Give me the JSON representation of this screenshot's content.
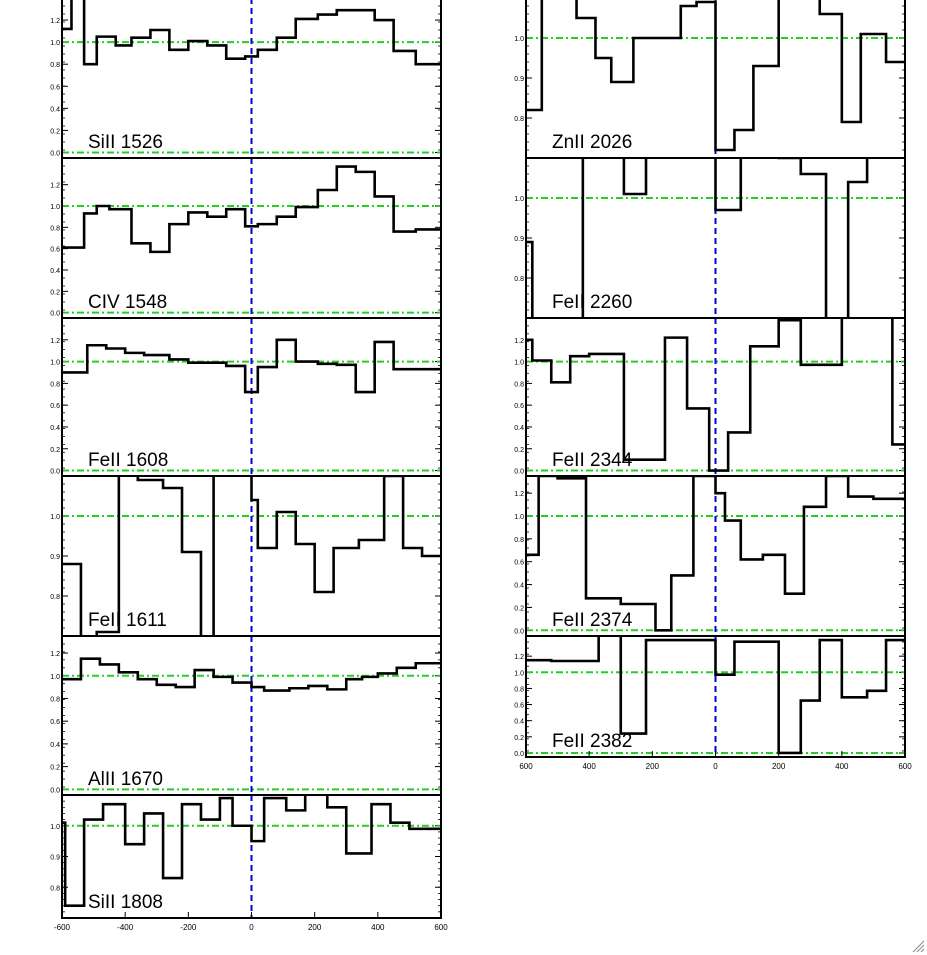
{
  "chart_data": [
    {
      "type": "line",
      "label": "SiII 1526",
      "ylim": [
        -0.05,
        1.4
      ],
      "yticks": [
        "0.0",
        "0.2",
        "0.4",
        "0.6",
        "0.8",
        "1.0",
        "1.2"
      ],
      "x": [
        -600,
        -570,
        -530,
        -490,
        -430,
        -380,
        -320,
        -260,
        -200,
        -140,
        -80,
        -20,
        20,
        80,
        140,
        210,
        270,
        330,
        390,
        450,
        520,
        560,
        600
      ],
      "y": [
        1.12,
        1.4,
        0.8,
        1.05,
        0.97,
        1.04,
        1.11,
        0.93,
        1.01,
        0.97,
        0.85,
        0.87,
        0.93,
        1.04,
        1.21,
        1.25,
        1.29,
        1.29,
        1.2,
        0.92,
        0.8,
        0.8,
        0.8
      ],
      "reference_lines": [
        1.0,
        0.0
      ],
      "zero_velocity_line": 0
    },
    {
      "type": "line",
      "label": "CIV 1548",
      "ylim": [
        -0.05,
        1.45
      ],
      "yticks": [
        "0.0",
        "0.2",
        "0.4",
        "0.6",
        "0.8",
        "1.0",
        "1.2"
      ],
      "x": [
        -600,
        -570,
        -530,
        -490,
        -450,
        -380,
        -320,
        -260,
        -200,
        -140,
        -80,
        -20,
        20,
        80,
        140,
        210,
        270,
        330,
        390,
        450,
        520,
        560,
        600
      ],
      "y": [
        0.61,
        0.61,
        0.93,
        1.0,
        0.97,
        0.65,
        0.57,
        0.83,
        0.94,
        0.9,
        0.97,
        0.81,
        0.83,
        0.9,
        0.99,
        1.15,
        1.37,
        1.32,
        1.09,
        0.76,
        0.78,
        0.78,
        0.78
      ],
      "reference_lines": [
        1.0,
        0.0
      ],
      "zero_velocity_line": 0
    },
    {
      "type": "line",
      "label": "FeII 1608",
      "ylim": [
        -0.05,
        1.4
      ],
      "yticks": [
        "0.0",
        "0.2",
        "0.4",
        "0.6",
        "0.8",
        "1.0",
        "1.2"
      ],
      "x": [
        -600,
        -580,
        -520,
        -460,
        -400,
        -340,
        -260,
        -200,
        -140,
        -80,
        -20,
        20,
        80,
        140,
        210,
        270,
        330,
        390,
        450,
        520,
        560,
        600
      ],
      "y": [
        0.9,
        0.9,
        1.15,
        1.12,
        1.08,
        1.06,
        1.02,
        0.99,
        0.99,
        0.96,
        0.72,
        0.95,
        1.2,
        1.0,
        0.98,
        0.97,
        0.72,
        1.18,
        0.93,
        0.93,
        0.93,
        0.93
      ],
      "reference_lines": [
        1.0,
        0.0
      ],
      "zero_velocity_line": 0
    },
    {
      "type": "line",
      "label": "FeII 1611",
      "ylim": [
        0.7,
        1.1
      ],
      "yticks": [
        "0.7",
        "0.8",
        "0.9",
        "1.0",
        "1.1"
      ],
      "x": [
        -600,
        -590,
        -540,
        -490,
        -420,
        -360,
        -280,
        -220,
        -160,
        -120,
        -60,
        0,
        20,
        80,
        140,
        200,
        260,
        340,
        420,
        480,
        540,
        600
      ],
      "y": [
        0.88,
        0.88,
        0.69,
        0.71,
        1.12,
        1.09,
        1.07,
        0.91,
        0.69,
        1.12,
        1.19,
        1.04,
        0.92,
        1.01,
        0.93,
        0.81,
        0.92,
        0.94,
        1.1,
        0.92,
        0.9,
        0.9
      ],
      "reference_lines": [
        1.0
      ],
      "zero_velocity_line": 0
    },
    {
      "type": "line",
      "label": "AlII 1670",
      "ylim": [
        -0.05,
        1.35
      ],
      "yticks": [
        "0.0",
        "0.2",
        "0.4",
        "0.6",
        "0.8",
        "1.0",
        "1.2"
      ],
      "x": [
        -600,
        -540,
        -480,
        -420,
        -360,
        -300,
        -240,
        -180,
        -120,
        -60,
        0,
        40,
        120,
        180,
        240,
        300,
        350,
        400,
        460,
        520,
        560,
        600
      ],
      "y": [
        0.97,
        1.15,
        1.1,
        1.03,
        0.97,
        0.92,
        0.9,
        1.05,
        0.99,
        0.94,
        0.9,
        0.87,
        0.89,
        0.91,
        0.88,
        0.97,
        0.99,
        1.02,
        1.07,
        1.11,
        1.11,
        1.11
      ],
      "reference_lines": [
        1.0,
        0.0
      ],
      "zero_velocity_line": 0
    },
    {
      "type": "line",
      "label": "SiII 1808",
      "ylim": [
        0.7,
        1.1
      ],
      "yticks": [
        "0.7",
        "0.8",
        "0.9",
        "1.0",
        "1.1"
      ],
      "x": [
        -600,
        -590,
        -530,
        -470,
        -400,
        -340,
        -280,
        -220,
        -160,
        -100,
        -60,
        0,
        40,
        110,
        170,
        240,
        300,
        380,
        440,
        500,
        560,
        600
      ],
      "y": [
        1.01,
        0.74,
        1.02,
        1.07,
        0.94,
        1.04,
        0.83,
        1.07,
        1.02,
        1.09,
        1.0,
        0.95,
        1.09,
        1.05,
        1.12,
        1.06,
        0.91,
        1.07,
        1.01,
        0.99,
        0.99,
        0.99
      ],
      "reference_lines": [
        1.0
      ],
      "zero_velocity_line": 0
    },
    {
      "type": "line",
      "label": "ZnII 2026",
      "ylim": [
        0.7,
        1.1
      ],
      "yticks": [
        "0.7",
        "0.8",
        "0.9",
        "1.0",
        "1.1"
      ],
      "x": [
        -600,
        -550,
        -500,
        -440,
        -380,
        -330,
        -260,
        -190,
        -110,
        -60,
        0,
        60,
        120,
        200,
        270,
        330,
        400,
        460,
        540,
        580,
        600
      ],
      "y": [
        0.82,
        1.16,
        1.14,
        1.05,
        0.95,
        0.89,
        1.0,
        1.0,
        1.08,
        1.09,
        0.72,
        0.77,
        0.93,
        1.13,
        1.13,
        1.06,
        0.79,
        1.01,
        0.94,
        0.94,
        0.94
      ],
      "reference_lines": [
        1.0
      ],
      "zero_velocity_line": 0
    },
    {
      "type": "line",
      "label": "FeII 2260",
      "ylim": [
        0.7,
        1.1
      ],
      "yticks": [
        "0.7",
        "0.8",
        "0.9",
        "1.0",
        "1.1"
      ],
      "x": [
        -600,
        -580,
        -420,
        -290,
        -220,
        0,
        80,
        200,
        270,
        350,
        420,
        480,
        600
      ],
      "y": [
        0.89,
        0.69,
        1.13,
        1.01,
        1.16,
        0.97,
        1.12,
        1.1,
        1.06,
        0.69,
        1.04,
        1.14,
        1.14
      ],
      "reference_lines": [
        1.0
      ],
      "zero_velocity_line": 0
    },
    {
      "type": "line",
      "label": "FeII 2344",
      "ylim": [
        -0.05,
        1.4
      ],
      "yticks": [
        "0.0",
        "0.2",
        "0.4",
        "0.6",
        "0.8",
        "1.0",
        "1.2"
      ],
      "x": [
        -600,
        -580,
        -520,
        -460,
        -400,
        -290,
        -230,
        -160,
        -90,
        -20,
        40,
        110,
        200,
        270,
        400,
        560,
        600
      ],
      "y": [
        1.2,
        1.01,
        0.81,
        1.05,
        1.07,
        0.1,
        0.1,
        1.22,
        0.57,
        0.0,
        0.35,
        1.14,
        1.38,
        0.97,
        1.42,
        0.24,
        0.24
      ],
      "reference_lines": [
        1.0,
        0.0
      ],
      "zero_velocity_line": 0
    },
    {
      "type": "line",
      "label": "FeII 2374",
      "ylim": [
        -0.05,
        1.35
      ],
      "yticks": [
        "0.0",
        "0.2",
        "0.4",
        "0.6",
        "0.8",
        "1.0",
        "1.2"
      ],
      "x": [
        -600,
        -560,
        -500,
        -410,
        -300,
        -190,
        -140,
        -70,
        0,
        30,
        80,
        150,
        220,
        280,
        350,
        420,
        500,
        600
      ],
      "y": [
        0.66,
        1.35,
        1.33,
        0.28,
        0.23,
        0.0,
        0.48,
        1.35,
        1.2,
        0.96,
        0.62,
        0.66,
        0.32,
        1.08,
        1.35,
        1.17,
        1.15,
        1.15
      ],
      "reference_lines": [
        1.0,
        0.0
      ],
      "zero_velocity_line": 0
    },
    {
      "type": "line",
      "label": "FeII 2382",
      "ylim": [
        -0.05,
        1.45
      ],
      "yticks": [
        "0.0",
        "0.2",
        "0.4",
        "0.6",
        "0.8",
        "1.0",
        "1.2"
      ],
      "x": [
        -600,
        -520,
        -370,
        -300,
        -220,
        0,
        60,
        200,
        270,
        330,
        400,
        480,
        540,
        600
      ],
      "y": [
        1.15,
        1.14,
        1.5,
        0.24,
        1.4,
        0.97,
        1.38,
        0.0,
        0.65,
        1.4,
        0.69,
        0.77,
        1.4,
        1.4
      ],
      "reference_lines": [
        1.0,
        0.0
      ],
      "zero_velocity_line": 0
    }
  ],
  "x_axis": {
    "xlim": [
      -600,
      600
    ],
    "left_tick_labels": [
      "-600",
      "-400",
      "-200",
      "0",
      "200",
      "400",
      "600"
    ],
    "right_tick_labels": [
      "600",
      "400",
      "200",
      "0",
      "200",
      "400",
      "600"
    ]
  },
  "colors": {
    "spectrum": "#000000",
    "reference_lines": "#22d022",
    "zero_velocity_line": "#0000dd",
    "frame": "#000000"
  },
  "icons": {
    "resize_grip": "resize-grip-icon"
  }
}
